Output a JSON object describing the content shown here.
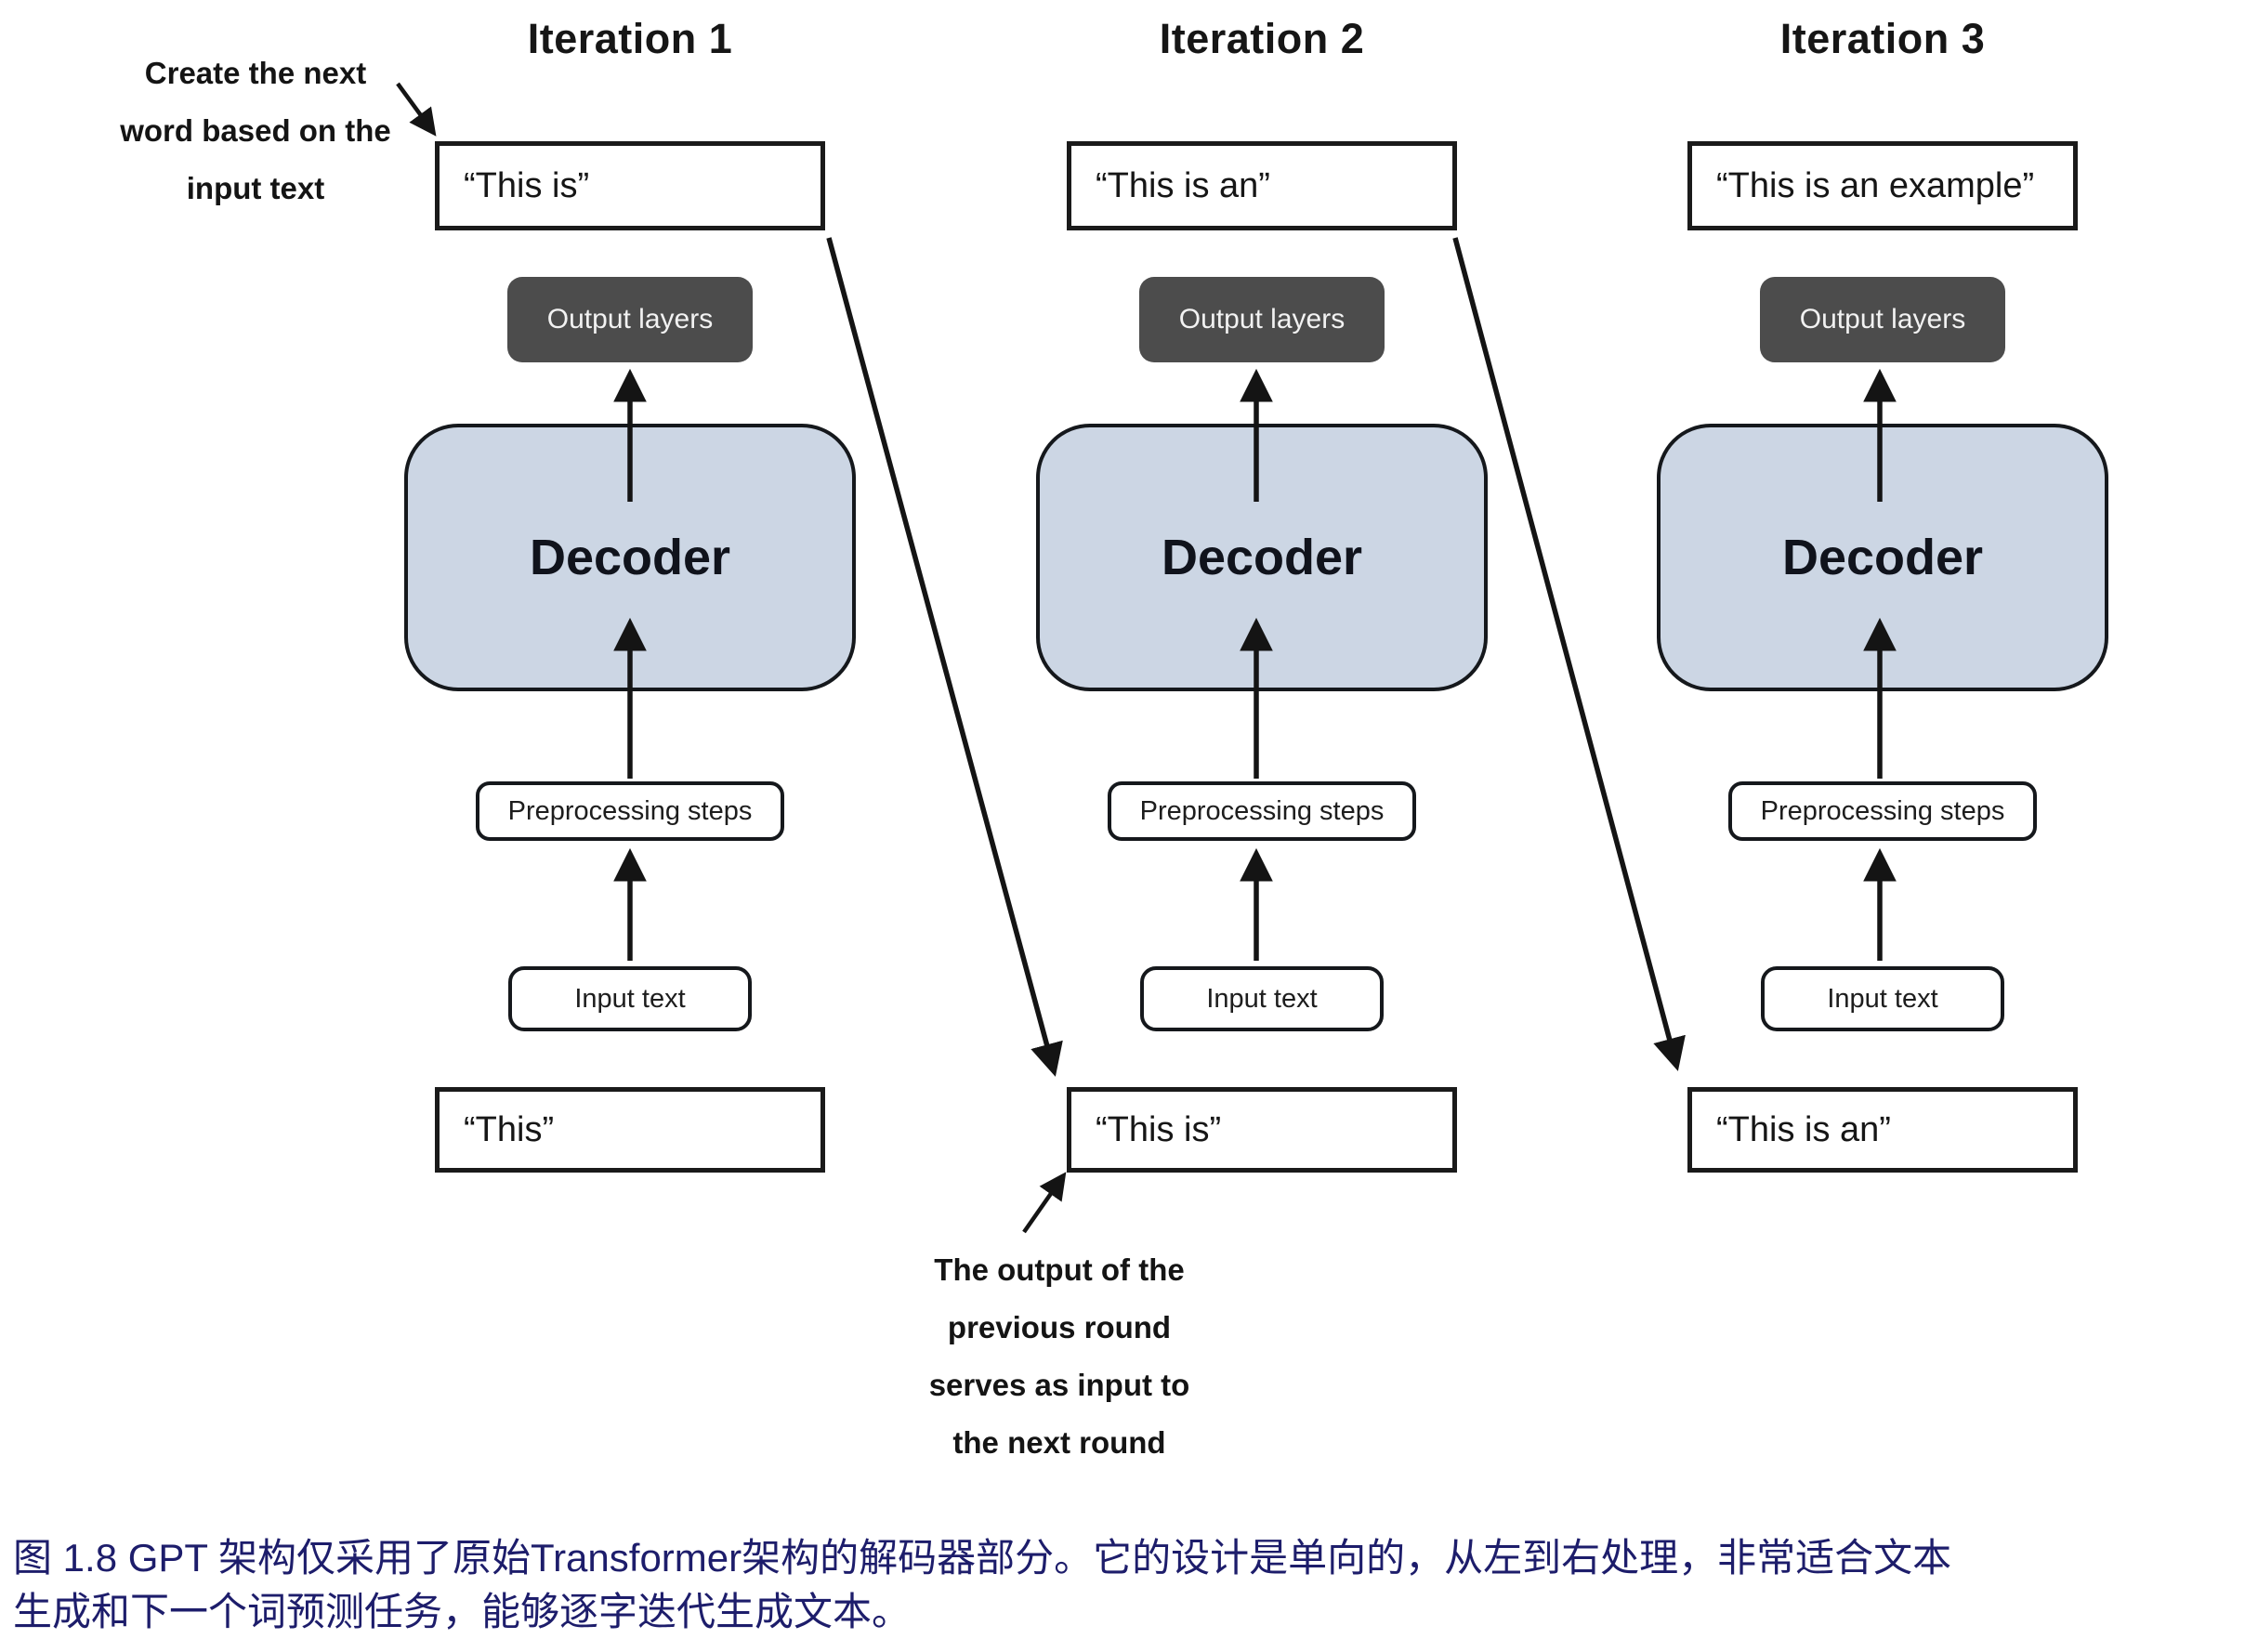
{
  "columns": [
    {
      "title": "Iteration 1",
      "output_text": "“This is”",
      "output_layers_label": "Output layers",
      "decoder_label": "Decoder",
      "preprocessing_label": "Preprocessing steps",
      "input_label": "Input text",
      "input_quote": "“This”"
    },
    {
      "title": "Iteration 2",
      "output_text": "“This is an”",
      "output_layers_label": "Output layers",
      "decoder_label": "Decoder",
      "preprocessing_label": "Preprocessing steps",
      "input_label": "Input text",
      "input_quote": "“This is”"
    },
    {
      "title": "Iteration 3",
      "output_text": "“This is an example”",
      "output_layers_label": "Output layers",
      "decoder_label": "Decoder",
      "preprocessing_label": "Preprocessing steps",
      "input_label": "Input text",
      "input_quote": "“This is an”"
    }
  ],
  "annotations": {
    "create_next": "Create the next\nword based on the\ninput text",
    "output_loop": "The output of the\nprevious round\nserves as input to\nthe next round"
  },
  "caption": "图 1.8  GPT 架构仅采用了原始Transformer架构的解码器部分。它的设计是单向的，从左到右处理，非常适合文本\n生成和下一个词预测任务，能够逐字迭代生成文本。",
  "colors": {
    "decoder_fill": "#ccd6e4",
    "output_layers_fill": "#4c4c4c",
    "caption_color": "#1d1d6b",
    "stroke": "#141414"
  }
}
